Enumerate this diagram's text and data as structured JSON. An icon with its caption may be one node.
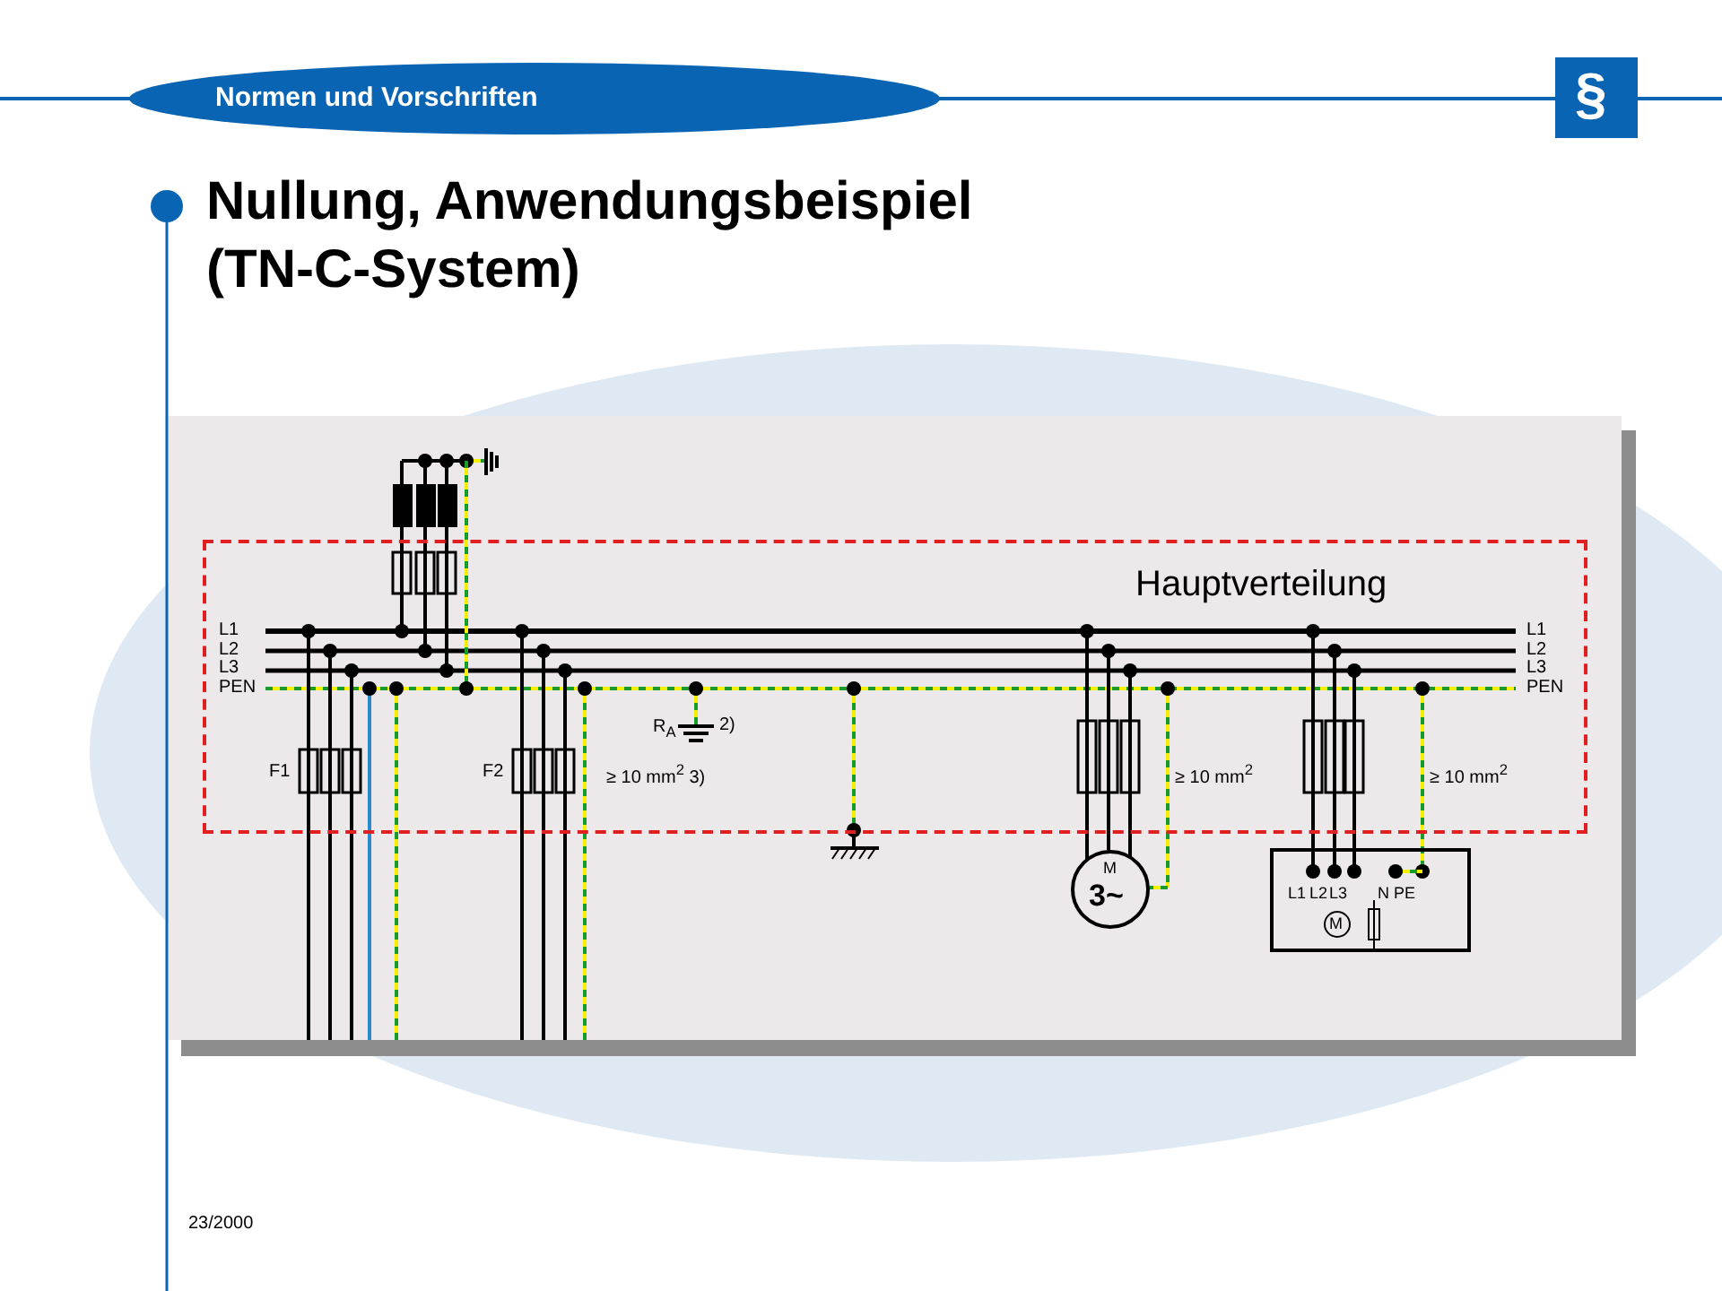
{
  "diagram": {
    "title": "Nullung, Anwendungsbeispiel (TN-C-System)",
    "nodes": [
      {
        "text": [
          "Hauptverteilung"
        ]
      },
      {
        "text": [
          "M",
          "3~"
        ]
      },
      {
        "text": [
          "L1",
          "L2",
          "L3",
          "N",
          "PE"
        ]
      },
      {
        "text": [
          "M"
        ],
        "in": 2
      }
    ],
    "labels": [
      "Normen und Vorschriften",
      "§",
      "L1",
      "L2",
      "L3",
      "PEN",
      "L1",
      "L2",
      "L3",
      "PEN",
      "F1",
      "F2",
      "R$_{A}$",
      "2)",
      "≥ 10 mm$^{2}$ 3)",
      "≥ 10 mm$^{2}$",
      "≥ 10 mm$^{2}$",
      "23/2000"
    ]
  }
}
